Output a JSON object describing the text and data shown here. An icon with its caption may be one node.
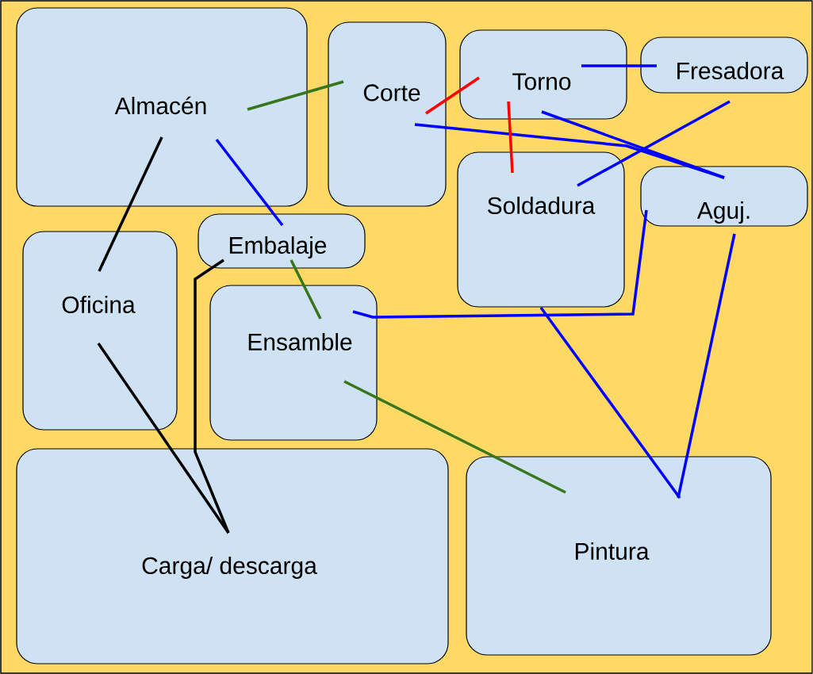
{
  "diagram": {
    "nodes": [
      {
        "text": [
          "Almacén"
        ]
      },
      {
        "text": [
          "Corte"
        ]
      },
      {
        "text": [
          "Torno"
        ]
      },
      {
        "text": [
          "Fresadora"
        ]
      },
      {
        "text": [
          "Soldadura"
        ]
      },
      {
        "text": [
          "Aguj."
        ]
      },
      {
        "text": [
          "Embalaje"
        ]
      },
      {
        "text": [
          "Oficina"
        ]
      },
      {
        "text": [
          "Ensamble"
        ]
      },
      {
        "text": [
          "Carga/ descarga"
        ]
      },
      {
        "text": [
          "Pintura"
        ]
      }
    ],
    "edges": [
      {
        "from": 0,
        "to": 1,
        "arrow": "none",
        "color": "#38761d"
      },
      {
        "from": 0,
        "to": 7,
        "arrow": "none",
        "color": "#000000"
      },
      {
        "from": 0,
        "to": 6,
        "arrow": "none"
      },
      {
        "from": 1,
        "to": 2,
        "arrow": "none",
        "color": "#ff0000"
      },
      {
        "from": 1,
        "to": 5,
        "arrow": "none"
      },
      {
        "from": 2,
        "to": 3,
        "arrow": "none"
      },
      {
        "from": 2,
        "to": 4,
        "arrow": "none",
        "color": "#ff0000"
      },
      {
        "from": 2,
        "to": 5,
        "arrow": "none"
      },
      {
        "from": 3,
        "to": 4,
        "arrow": "none"
      },
      {
        "from": 5,
        "to": 8,
        "arrow": "none"
      },
      {
        "from": 5,
        "to": 10,
        "arrow": "none"
      },
      {
        "from": 4,
        "to": 10,
        "arrow": "none"
      },
      {
        "from": 6,
        "to": 8,
        "arrow": "none",
        "color": "#38761d"
      },
      {
        "from": 6,
        "to": 9,
        "arrow": "none",
        "color": "#000000"
      },
      {
        "from": 7,
        "to": 9,
        "arrow": "none",
        "color": "#000000"
      },
      {
        "from": 8,
        "to": 10,
        "arrow": "none",
        "color": "#38761d"
      }
    ]
  }
}
